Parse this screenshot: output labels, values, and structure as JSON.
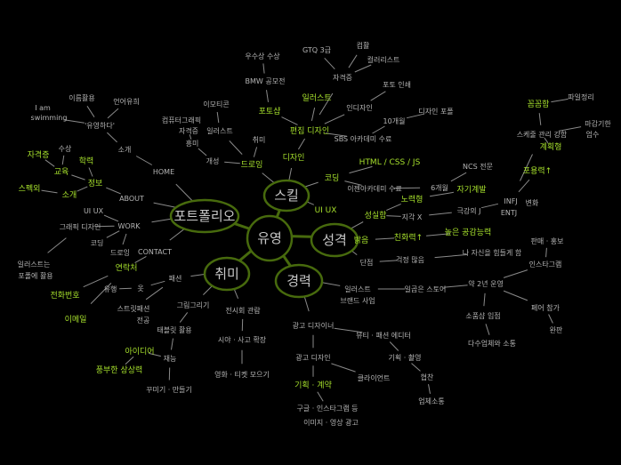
{
  "colors": {
    "background": "#000000",
    "text": "#b4b4b4",
    "accent": "#a6e02c",
    "ring": "#476a0d"
  },
  "nodes": {
    "center": "유영",
    "portfolio": "포트폴리오",
    "skill": "스킬",
    "personality": "성격",
    "career": "경력",
    "hobby": "취미",
    "home": "HOME",
    "intro": "소개",
    "yuyeong": "'유영하다'",
    "name_origin": "이름활용",
    "wordplay": "언어유희",
    "iam": "I am",
    "swimming": "swimming",
    "about": "ABOUT",
    "info": "정보",
    "edu_bg": "학력",
    "education": "교육",
    "cert": "자격증",
    "award": "수상",
    "spec": "스펙외",
    "intro2": "소개",
    "uiux": "UI UX",
    "work": "WORK",
    "graphic": "그래픽 디자인",
    "coding_w": "코딩",
    "drawing_w": "드로잉",
    "contact": "CONTACT",
    "illust_use1": "일러스트는",
    "illust_use2": "포폴에 활용",
    "contact_info": "연락처",
    "phone": "전화번호",
    "email": "이메일",
    "fashion": "패션",
    "clothes": "옷",
    "trend": "유행",
    "street1": "스트릿패션",
    "street2": "전공",
    "painting": "그림그리기",
    "tablet": "태블릿 활용",
    "talent": "재능",
    "idea": "아이디어",
    "imagination": "풍부한 상상력",
    "crafts": "꾸미기 · 만들기",
    "exhibit": "전시회 관람",
    "vision": "시야 · 사고 확장",
    "ticket": "영화 · 티켓 모으기",
    "design": "디자인",
    "editorial": "편집 디자인",
    "photoshop": "포토샵",
    "illustrator": "일러스트",
    "bmw": "BMW 공모전",
    "prize": "우수상 수상",
    "license": "자격증",
    "gtq": "GTQ 3급",
    "comp": "컴활",
    "colorist": "컬러리스트",
    "indesign": "인디자인",
    "print": "포토 인쇄",
    "months10": "10개월",
    "design_pf": "디자인 포폴",
    "sbs": "SBS 아카데미 수료",
    "drawing": "드로잉",
    "character": "개성",
    "illust2": "일러스트",
    "emoticon": "이모티콘",
    "cg_cert1": "컴퓨터그래픽",
    "cg_cert2": "자격증",
    "interest": "흥미",
    "hobby2": "취미",
    "coding": "코딩",
    "html": "HTML / CSS / JS",
    "ezen": "이젠아카데미 수료",
    "months6": "6개월",
    "ncs": "NCS 전문",
    "uiux2": "UI UX",
    "sincere": "성실함",
    "effort": "노력형",
    "selfdev": "자기계발",
    "nolate": "지각 X",
    "extremej": "극강의 J",
    "infj": "INFJ",
    "entj": "ENTJ",
    "change": "변화",
    "tolerance": "포용력↑",
    "schedule": "스케줄 관리 강함",
    "meticulous": "꼼꼼함",
    "filing": "파일정리",
    "deadline1": "마감기한",
    "deadline2": "엄수",
    "planner": "계획형",
    "bright": "밝음",
    "friendly": "친화력↑",
    "empathy": "높은 공감능력",
    "weakness": "단점",
    "worry": "걱정 많음",
    "hardself": "나 자신을 힘들게 함",
    "brand1": "일러스트",
    "brand2": "브랜드 사업",
    "store": "일곱은 스토어",
    "twoyears": "약 2년 운영",
    "instagram": "인스타그램",
    "sales": "판매 · 홍보",
    "shop": "소품샵 입점",
    "vendors": "다수업체와 소통",
    "fair": "페어 참가",
    "soldout": "완판",
    "addesigner": "광고 디자이너",
    "editor": "뷰티 · 패션 에디터",
    "shoot": "기획 · 촬영",
    "sponsor": "협찬",
    "vendorcomm": "업체소통",
    "addesign": "광고 디자인",
    "client": "클라이언트",
    "contract": "기획 · 계약",
    "google": "구글 · 인스타그램 등",
    "imgad": "이미지 · 영상 광고"
  }
}
